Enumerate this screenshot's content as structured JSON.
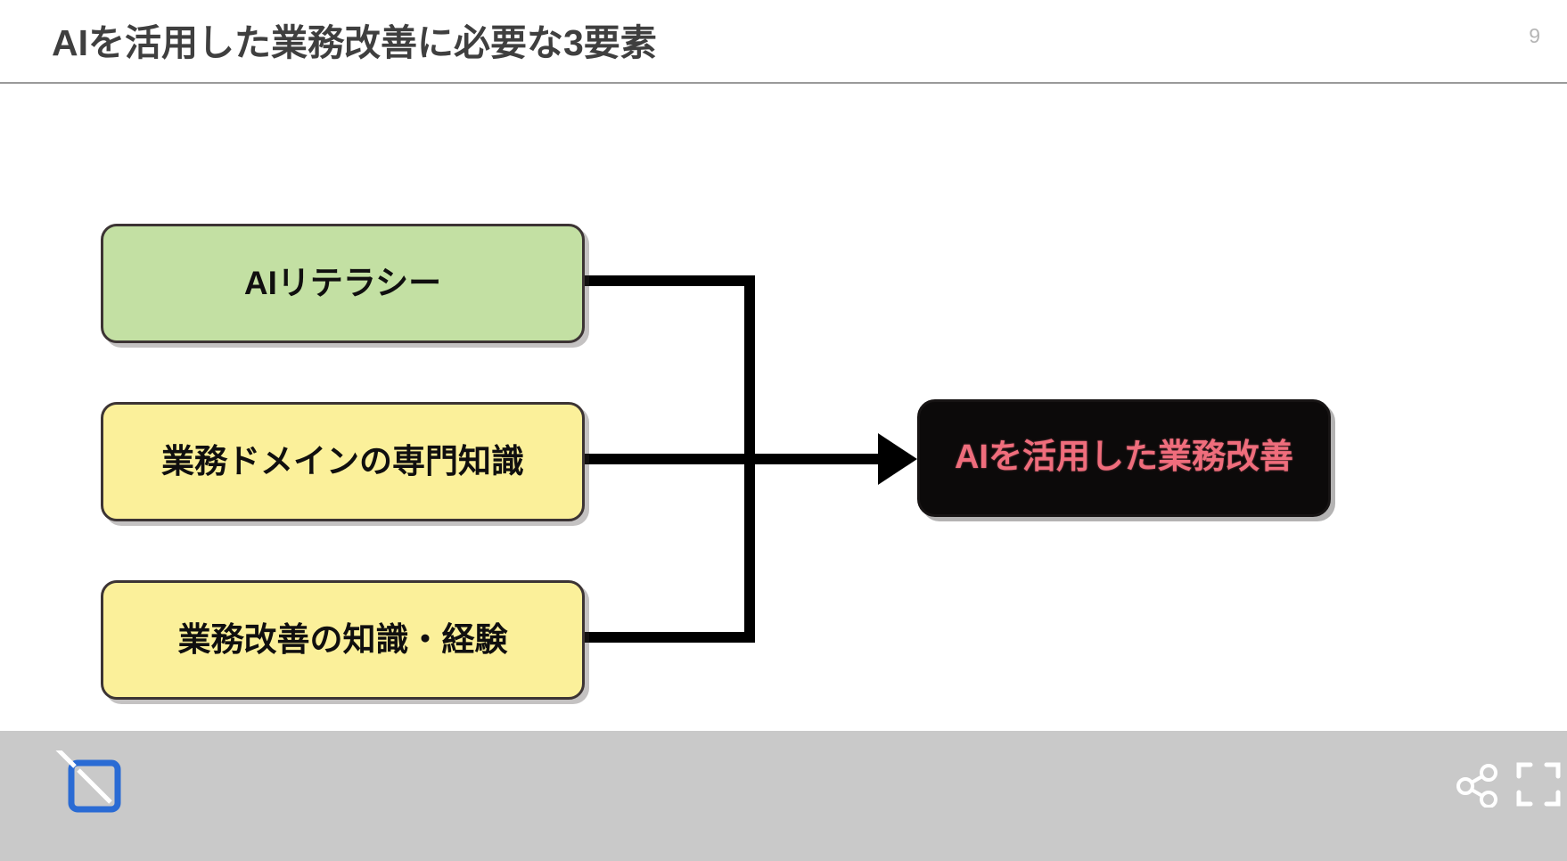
{
  "slide": {
    "title": "AIを活用した業務改善に必要な3要素",
    "page_number": "9",
    "title_color": "#3f3f3f",
    "page_number_color": "#b5b5b5",
    "background_color": "#ffffff",
    "rule_color": "#9a9a9a"
  },
  "diagram": {
    "type": "flow",
    "inputs": [
      {
        "id": "literacy",
        "label": "AIリテラシー",
        "fill": "#c3e0a3",
        "border": "#3c3434",
        "text_color": "#100f0f"
      },
      {
        "id": "domain",
        "label": "業務ドメインの専門知識",
        "fill": "#fbf09a",
        "border": "#3c3434",
        "text_color": "#100f0f"
      },
      {
        "id": "kaizen",
        "label": "業務改善の知識・経験",
        "fill": "#fbf09a",
        "border": "#3c3434",
        "text_color": "#100f0f"
      }
    ],
    "result": {
      "id": "result",
      "label": "AIを活用した業務改善",
      "fill": "#0c0a0a",
      "text_color": "#ef6d7c"
    },
    "connector_color": "#000000",
    "arrow_direction": "right"
  },
  "toolbar": {
    "background": "#c9c9c9",
    "icons": [
      {
        "name": "present-icon",
        "accent": "#2a6bd4"
      },
      {
        "name": "share-icon",
        "accent": "#ffffff"
      },
      {
        "name": "fullscreen-icon",
        "accent": "#ffffff"
      }
    ]
  }
}
